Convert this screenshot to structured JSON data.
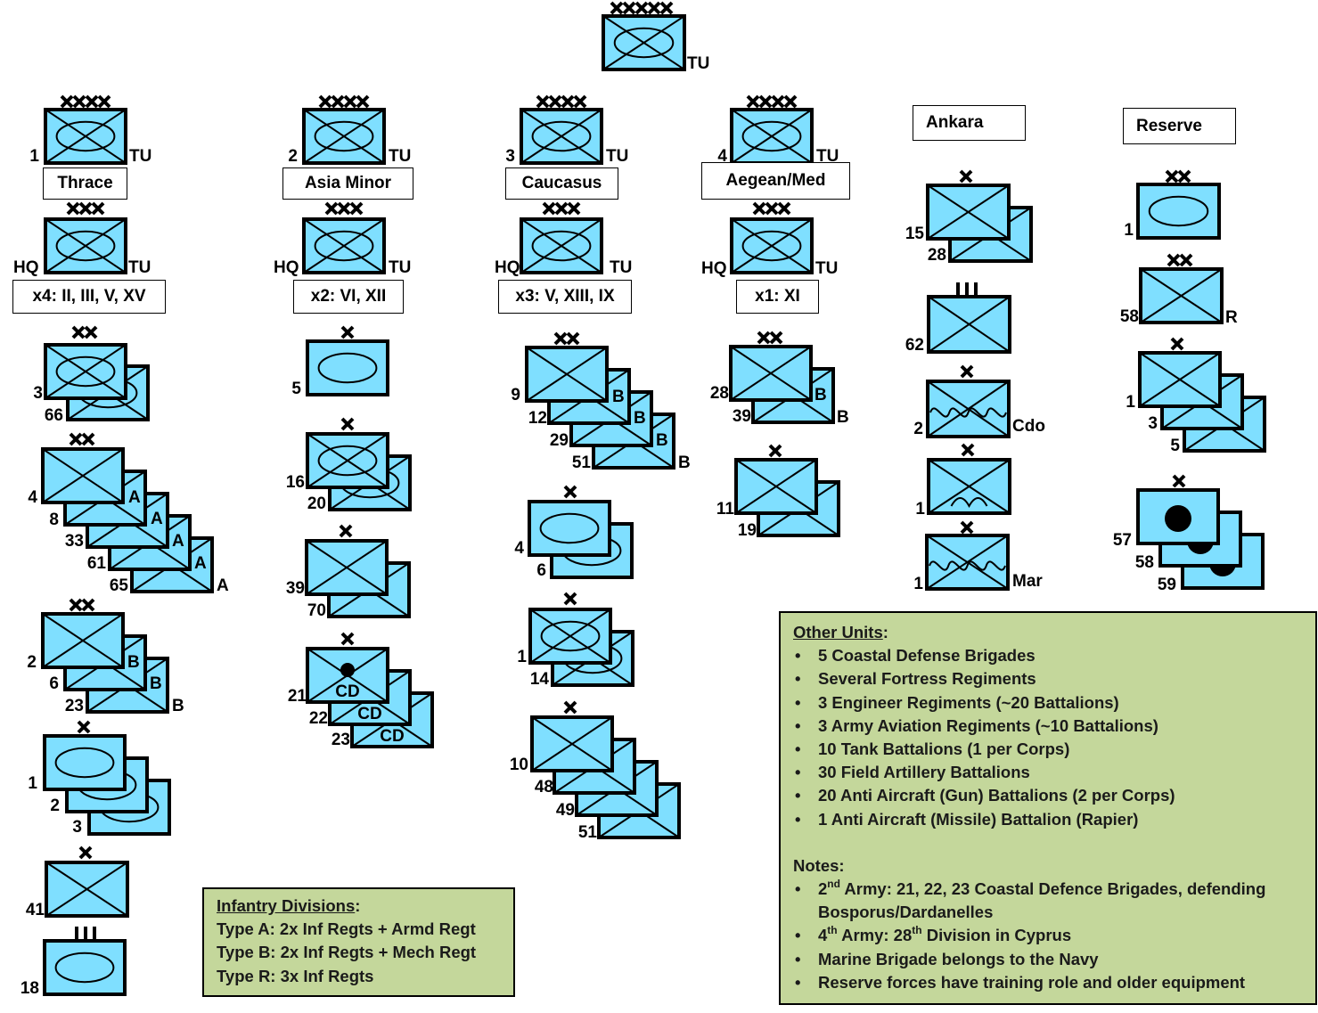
{
  "colors": {
    "unit_fill": "#7fdfff",
    "outline": "#000000",
    "note_fill": "#c4d79b"
  },
  "top": {
    "echelon": "XXXXX",
    "country": "TU"
  },
  "armies": [
    {
      "number": "1",
      "country": "TU",
      "region": "Thrace",
      "corps_country": "TU",
      "corps_hq": "HQ",
      "corps_list": "x4: II, III, V, XV"
    },
    {
      "number": "2",
      "country": "TU",
      "region": "Asia Minor",
      "corps_country": "TU",
      "corps_hq": "HQ",
      "corps_list": "x2: VI, XII"
    },
    {
      "number": "3",
      "country": "TU",
      "region": "Caucasus",
      "corps_country": "TU",
      "corps_hq": "HQ",
      "corps_list": "x3: V, XIII, IX"
    },
    {
      "number": "4",
      "country": "TU",
      "region": "Aegean/Med",
      "corps_country": "TU",
      "corps_hq": "HQ",
      "corps_list": "x1: XI"
    }
  ],
  "commands": {
    "ankara": "Ankara",
    "reserve": "Reserve"
  },
  "units": {
    "thrace_mech_div": [
      "3",
      "66"
    ],
    "thrace_typeA_div": [
      "4",
      "8",
      "33",
      "61",
      "65"
    ],
    "thrace_typeA_suffix": "A",
    "thrace_typeB_div": [
      "2",
      "6",
      "23"
    ],
    "thrace_typeB_suffix": "B",
    "thrace_armd_bde": [
      "1",
      "2",
      "3"
    ],
    "thrace_inf_bde": [
      "41"
    ],
    "thrace_armd_regt": [
      "18"
    ],
    "asia_armd_bde": [
      "5"
    ],
    "asia_mech_bde": [
      "16",
      "20"
    ],
    "asia_inf_bde": [
      "39",
      "70"
    ],
    "asia_cd_bde": [
      "21",
      "22",
      "23"
    ],
    "asia_cd_suffix": "CD",
    "cauc_typeB_div": [
      "9",
      "12",
      "29",
      "51"
    ],
    "cauc_typeB_suffix": "B",
    "cauc_armd_bde": [
      "4",
      "6"
    ],
    "cauc_mech_bde": [
      "1",
      "14"
    ],
    "cauc_inf_bde": [
      "10",
      "48",
      "49",
      "51"
    ],
    "aegean_typeB_div": [
      "28",
      "39"
    ],
    "aegean_typeB_suffix": "B",
    "aegean_inf_bde": [
      "11",
      "19"
    ],
    "ankara_inf_bde": [
      "15",
      "28"
    ],
    "ankara_regt": [
      "62"
    ],
    "ankara_cdo": [
      "2"
    ],
    "ankara_cdo_suffix": "Cdo",
    "ankara_airborne": [
      "1"
    ],
    "ankara_marine": [
      "1"
    ],
    "ankara_marine_suffix": "Mar",
    "res_armd_div": [
      "1"
    ],
    "res_inf_div": [
      "58"
    ],
    "res_inf_div_suffix": "R",
    "res_inf_bde": [
      "1",
      "3",
      "5"
    ],
    "res_arty_bde": [
      "57",
      "58",
      "59"
    ]
  },
  "infantry_divisions": {
    "heading": "Infantry Divisions",
    "lines": [
      "Type A: 2x Inf Regts + Armd Regt",
      "Type B: 2x Inf Regts + Mech Regt",
      "Type R: 3x Inf Regts"
    ]
  },
  "other_units": {
    "heading": "Other Units",
    "items": [
      "5 Coastal Defense Brigades",
      "Several Fortress Regiments",
      "3 Engineer Regiments (~20 Battalions)",
      "3 Army Aviation Regiments (~10 Battalions)",
      "10 Tank Battalions (1 per Corps)",
      "30 Field Artillery Battalions",
      "20 Anti Aircraft (Gun) Battalions (2 per Corps)",
      "1 Anti Aircraft (Missile) Battalion (Rapier)"
    ],
    "notes_heading": "Notes:",
    "notes": [
      {
        "pre": "2",
        "sup": "nd",
        "text": " Army: 21, 22, 23 Coastal Defence Brigades, defending Bosporus/Dardanelles"
      },
      {
        "pre": "4",
        "sup": "th",
        "mid": " Army: 28",
        "sup2": "th",
        "text": " Division in Cyprus"
      },
      {
        "pre": "Marine Brigade belongs to the Navy"
      },
      {
        "pre": "Reserve forces have training role and older equipment"
      }
    ]
  }
}
